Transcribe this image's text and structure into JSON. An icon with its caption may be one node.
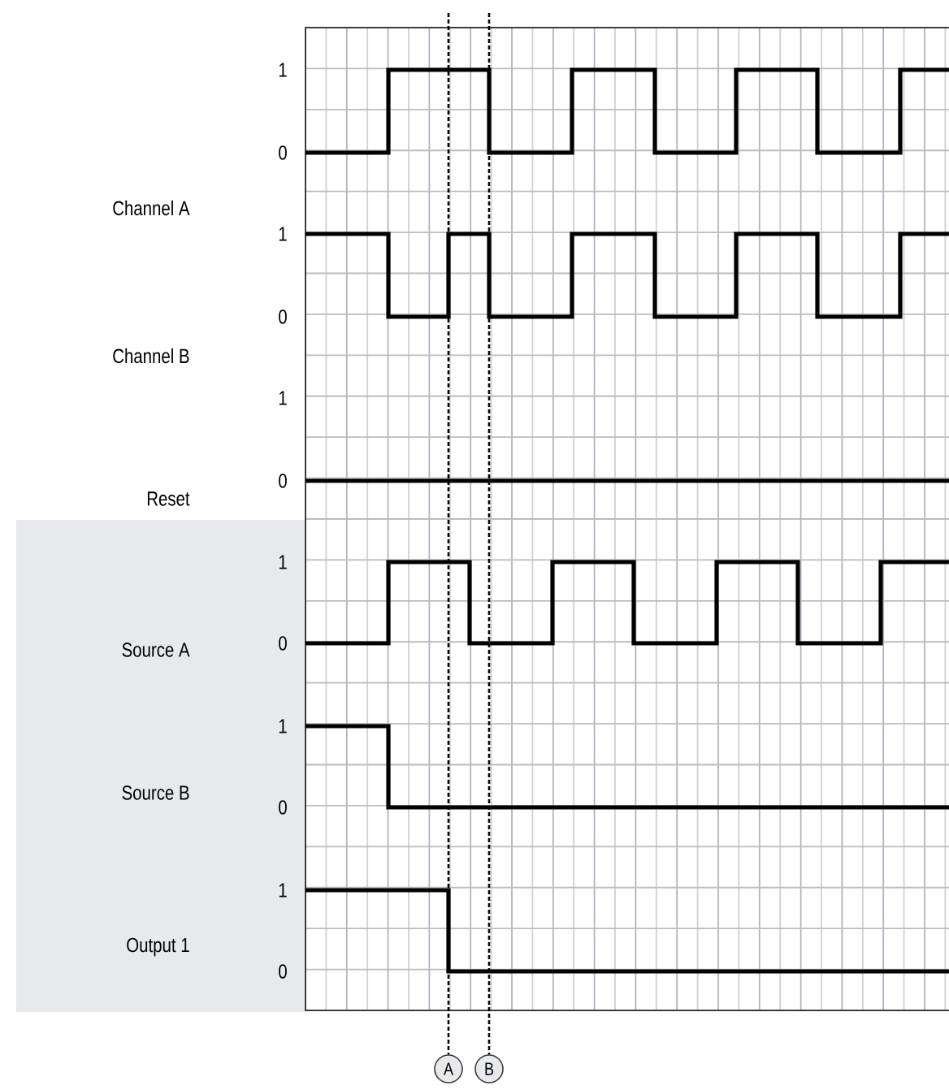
{
  "diagram": {
    "nodes": [
      {
        "text": [
          "A"
        ]
      },
      {
        "text": [
          "B"
        ]
      }
    ],
    "edges": [
      {
        "from": null,
        "to": 0,
        "arrow": "none",
        "style": "dashed"
      },
      {
        "from": null,
        "to": 1,
        "arrow": "none",
        "style": "dashed"
      }
    ],
    "labels": [
      "1",
      "0",
      "Channel A",
      "1",
      "0",
      "Channel B",
      "1",
      "0",
      "Reset",
      "1",
      "Source A",
      "0",
      "1",
      "Source B",
      "0",
      "1",
      "Output 1",
      "0"
    ]
  }
}
